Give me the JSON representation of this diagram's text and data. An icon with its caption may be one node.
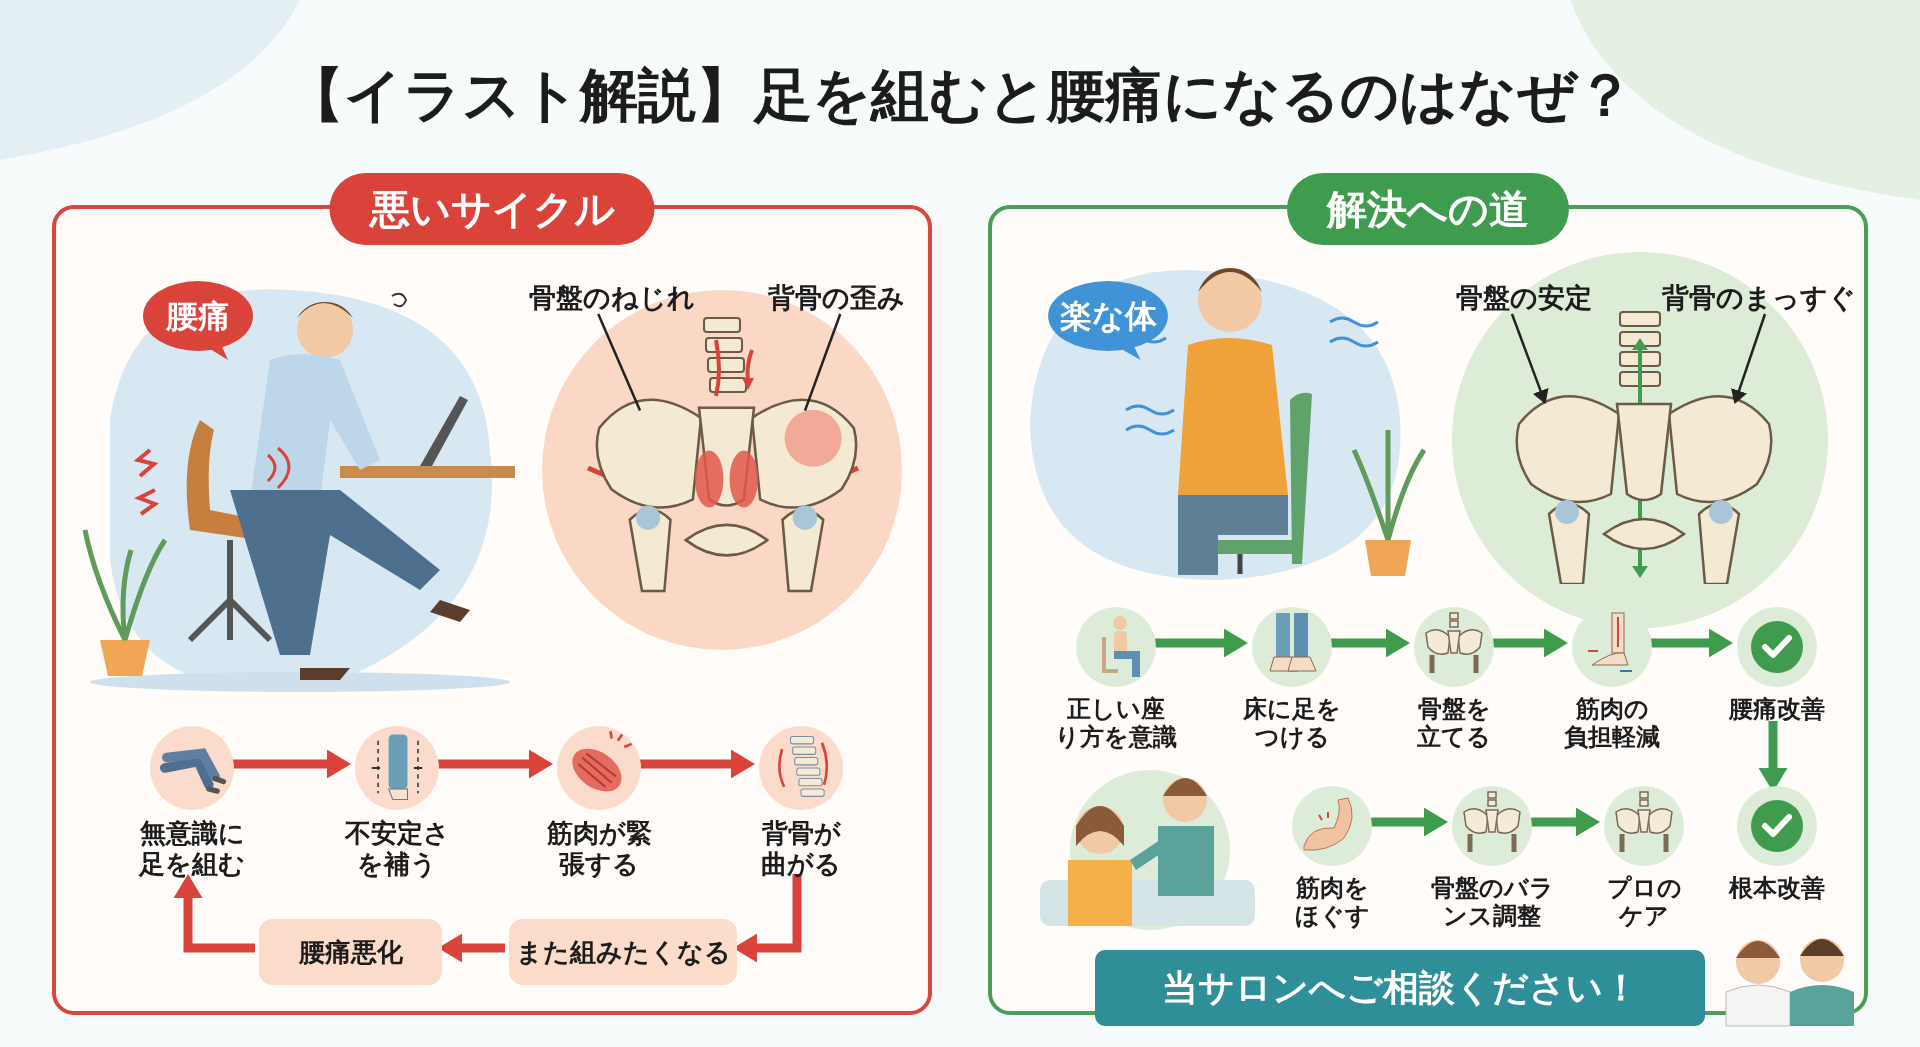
{
  "diagram": {
    "title": "【イラスト解説】足を組むと腰痛になるのはなぜ？",
    "nodes": [
      {
        "text": [
          "悪いサイクル"
        ]
      },
      {
        "text": [
          "腰痛"
        ],
        "in": 0
      },
      {
        "text": [
          "骨盤のねじれ"
        ],
        "in": 0
      },
      {
        "text": [
          "背骨の歪み"
        ],
        "in": 0
      },
      {
        "text": [],
        "shape": "picture",
        "in": 0
      },
      {
        "text": [
          "無意識に足を組む"
        ],
        "in": 0
      },
      {
        "text": [
          "不安定さを補う"
        ],
        "in": 0
      },
      {
        "text": [
          "筋肉が緊張する"
        ],
        "in": 0
      },
      {
        "text": [
          "背骨が曲がる"
        ],
        "in": 0
      },
      {
        "text": [
          "腰痛悪化"
        ],
        "in": 0
      },
      {
        "text": [
          "また組みたくなる"
        ],
        "in": 0
      },
      {
        "text": [
          "解決への道"
        ]
      },
      {
        "text": [
          "楽な体"
        ],
        "in": 11
      },
      {
        "text": [
          "骨盤の安定"
        ],
        "in": 11
      },
      {
        "text": [
          "背骨のまっすぐ"
        ],
        "in": 11
      },
      {
        "text": [],
        "shape": "picture",
        "in": 11
      },
      {
        "text": [
          "正しい座り方を意識"
        ],
        "in": 11
      },
      {
        "text": [
          "床に足をつける"
        ],
        "in": 11
      },
      {
        "text": [
          "骨盤を立てる"
        ],
        "in": 11
      },
      {
        "text": [
          "筋肉の負担軽減"
        ],
        "in": 11
      },
      {
        "text": [
          "腰痛改善"
        ],
        "in": 11
      },
      {
        "text": [
          "筋肉をほぐす"
        ],
        "in": 11
      },
      {
        "text": [
          "骨盤のバランス調整"
        ],
        "in": 11
      },
      {
        "text": [
          "プロのケア"
        ],
        "in": 11
      },
      {
        "text": [
          "根本改善"
        ],
        "in": 11
      },
      {
        "text": [
          "当サロンへご相談ください！"
        ]
      }
    ],
    "edges": [
      {
        "from": 2,
        "to": 4,
        "arrow": "none",
        "color": "#222222"
      },
      {
        "from": 3,
        "to": 4,
        "arrow": "none",
        "color": "#222222"
      },
      {
        "from": 5,
        "to": 6,
        "arrow": "to",
        "color": "#d9433a"
      },
      {
        "from": 6,
        "to": 7,
        "arrow": "to",
        "color": "#d9433a"
      },
      {
        "from": 7,
        "to": 8,
        "arrow": "to",
        "color": "#d9433a"
      },
      {
        "from": 8,
        "to": 10,
        "arrow": "to",
        "color": "#d9433a"
      },
      {
        "from": 10,
        "to": 9,
        "arrow": "to",
        "color": "#d9433a"
      },
      {
        "from": 9,
        "to": 5,
        "arrow": "to",
        "color": "#d9433a"
      },
      {
        "from": 13,
        "to": 15,
        "arrow": "to",
        "color": "#222222"
      },
      {
        "from": 14,
        "to": 15,
        "arrow": "to",
        "color": "#222222"
      },
      {
        "from": 16,
        "to": 17,
        "arrow": "to"
      },
      {
        "from": 17,
        "to": 18,
        "arrow": "to"
      },
      {
        "from": 18,
        "to": 19,
        "arrow": "to"
      },
      {
        "from": 19,
        "to": 20,
        "arrow": "to"
      },
      {
        "from": 20,
        "to": 24,
        "arrow": "to"
      },
      {
        "from": 21,
        "to": 22,
        "arrow": "to"
      },
      {
        "from": 22,
        "to": 23,
        "arrow": "to"
      }
    ]
  }
}
